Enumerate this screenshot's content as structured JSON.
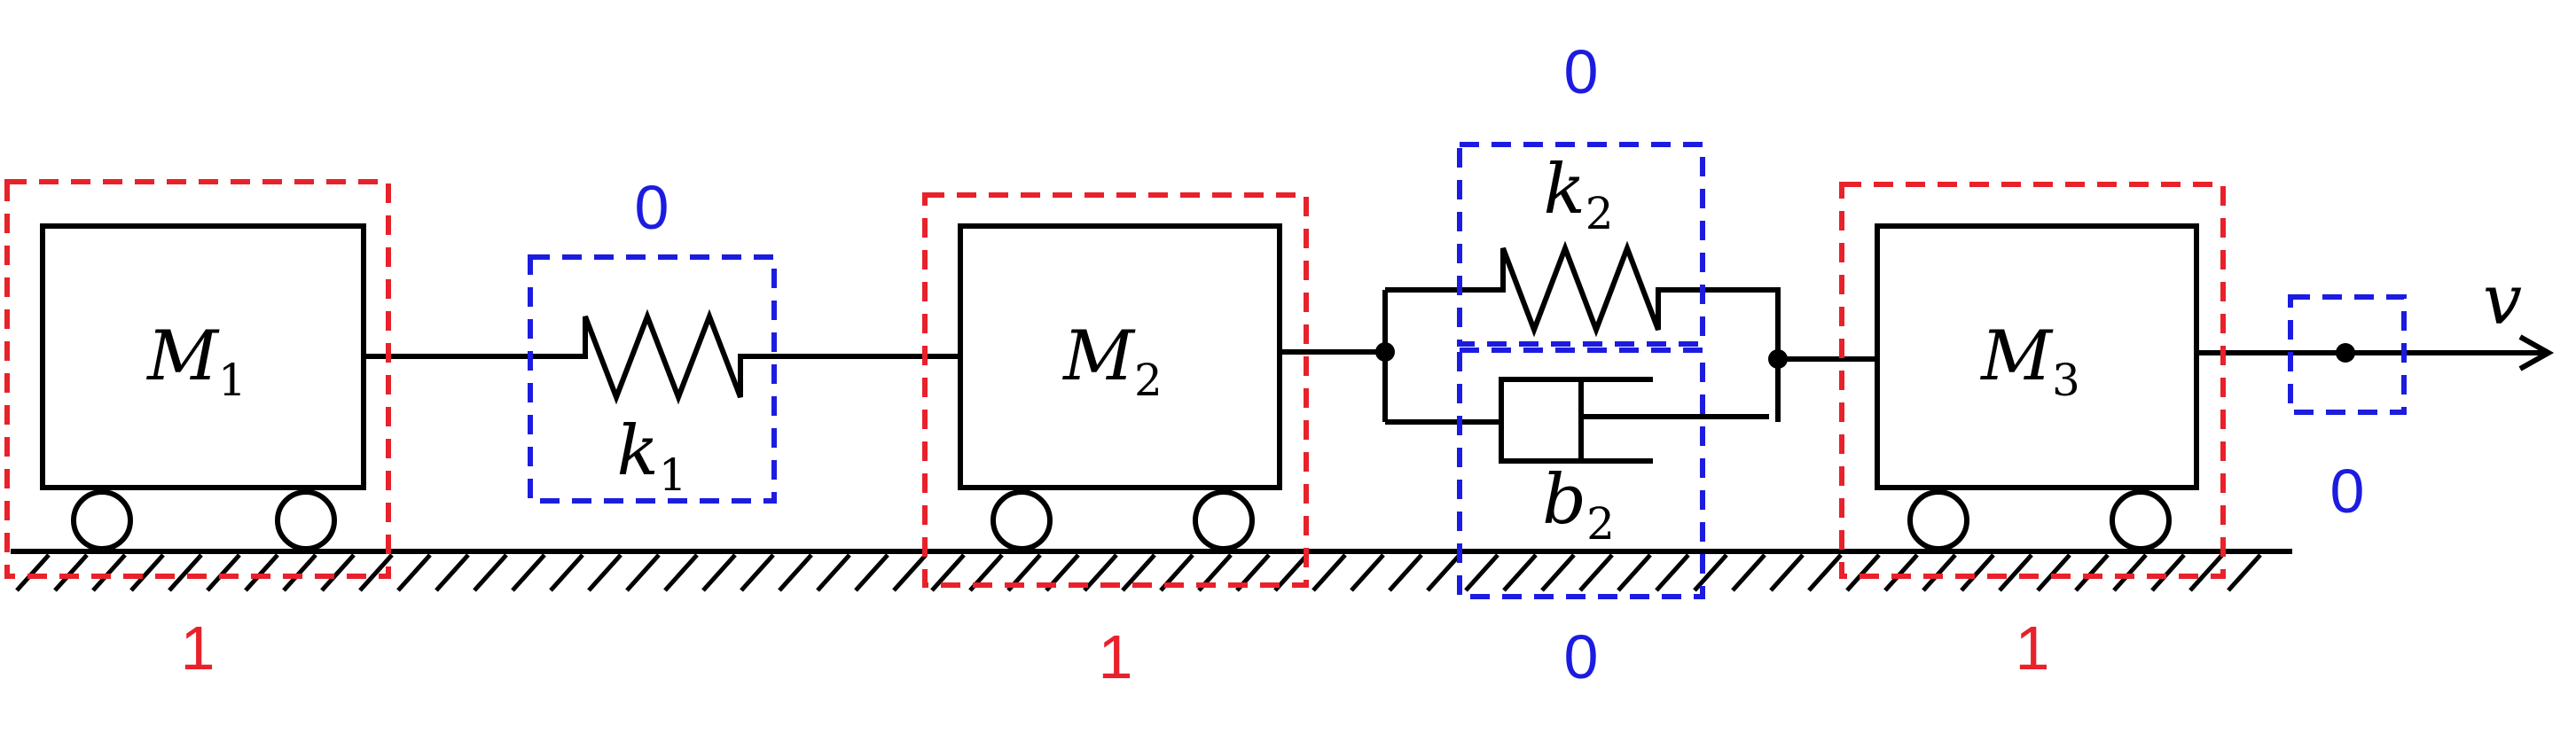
{
  "colors": {
    "ink": "#000000",
    "red": "#e8212a",
    "blue": "#1c1ce0"
  },
  "masses": [
    {
      "symbol": "M",
      "subscript": "1",
      "tag": "1"
    },
    {
      "symbol": "M",
      "subscript": "2",
      "tag": "1"
    },
    {
      "symbol": "M",
      "subscript": "3",
      "tag": "1"
    }
  ],
  "spring1": {
    "symbol": "k",
    "subscript": "1",
    "tag": "0"
  },
  "spring2": {
    "symbol": "k",
    "subscript": "2",
    "tag": "0"
  },
  "damper": {
    "symbol": "b",
    "subscript": "2",
    "tag": "0"
  },
  "velocity": {
    "symbol": "v",
    "tag": "0"
  }
}
